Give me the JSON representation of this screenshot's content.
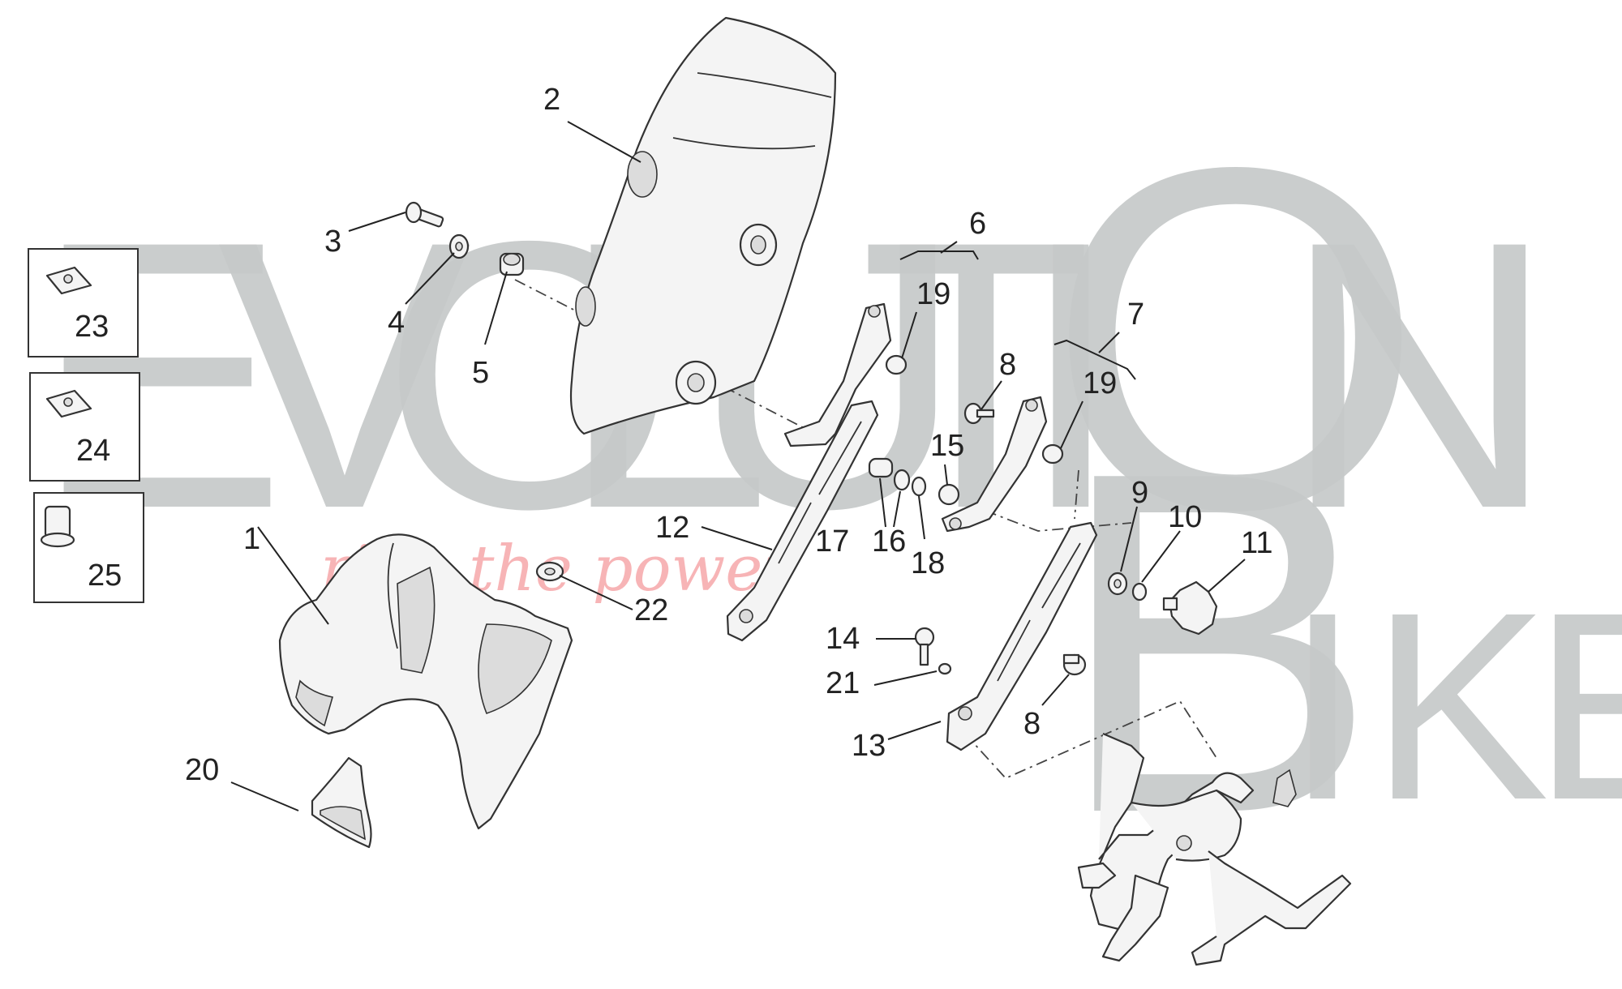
{
  "watermark": {
    "brand_letters": [
      "E",
      "V",
      "O",
      "L",
      "U",
      "T",
      "I",
      "O",
      "N"
    ],
    "brand_second_word": [
      "B",
      "I",
      "K",
      "E"
    ],
    "slogan": "ride the power",
    "letter_color": "#c6c9c9",
    "slogan_color": "#f6a7aa"
  },
  "callouts": {
    "c1": "1",
    "c2": "2",
    "c3": "3",
    "c4": "4",
    "c5": "5",
    "c6": "6",
    "c7": "7",
    "c8a": "8",
    "c8b": "8",
    "c9": "9",
    "c10": "10",
    "c11": "11",
    "c12": "12",
    "c13": "13",
    "c14": "14",
    "c15": "15",
    "c16": "16",
    "c17": "17",
    "c18": "18",
    "c19a": "19",
    "c19b": "19",
    "c20": "20",
    "c21": "21",
    "c22": "22",
    "c23": "23",
    "c24": "24",
    "c25": "25"
  }
}
